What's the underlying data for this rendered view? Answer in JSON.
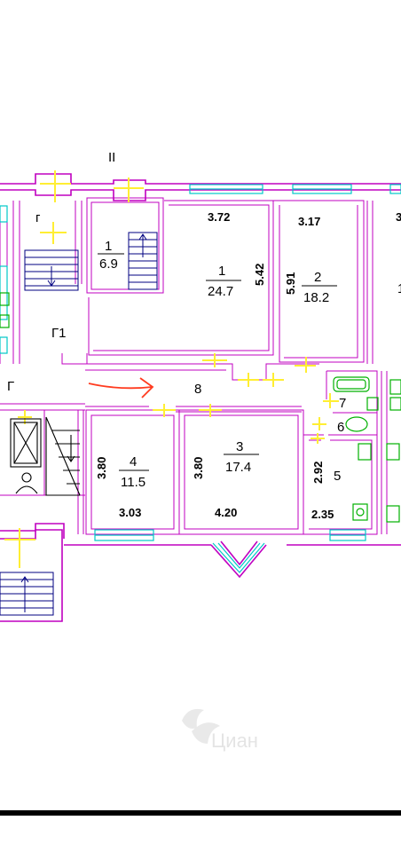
{
  "floorplan": {
    "axis_mark": "II",
    "stair_label": "г",
    "corridor_label": "Г",
    "rooms": [
      {
        "number": "1",
        "area": "6.9"
      },
      {
        "number": "1",
        "area": "24.7",
        "width": "3.72",
        "depth": "5.42"
      },
      {
        "number": "2",
        "area": "18.2",
        "width": "3.17",
        "depth": "5.91"
      },
      {
        "number": "Г1"
      },
      {
        "number": "8"
      },
      {
        "number": "4",
        "area": "11.5",
        "width": "3.03",
        "depth": "3.80"
      },
      {
        "number": "3",
        "area": "17.4",
        "width": "4.20",
        "depth": "3.80"
      },
      {
        "number": "5",
        "width": "2.35",
        "depth": "2.92"
      },
      {
        "number": "7"
      },
      {
        "number": "6"
      }
    ],
    "edge_marks": {
      "top_right": "3",
      "right_mid": "1"
    },
    "watermark": "Циан",
    "colors": {
      "walls": "#c000c0",
      "windows": "#00c8c8",
      "doors": "#ffee33",
      "fixtures": "#00b000",
      "stairs": "#000080",
      "arrow": "#ff3b1f",
      "bottom_bar": "#000000"
    }
  }
}
